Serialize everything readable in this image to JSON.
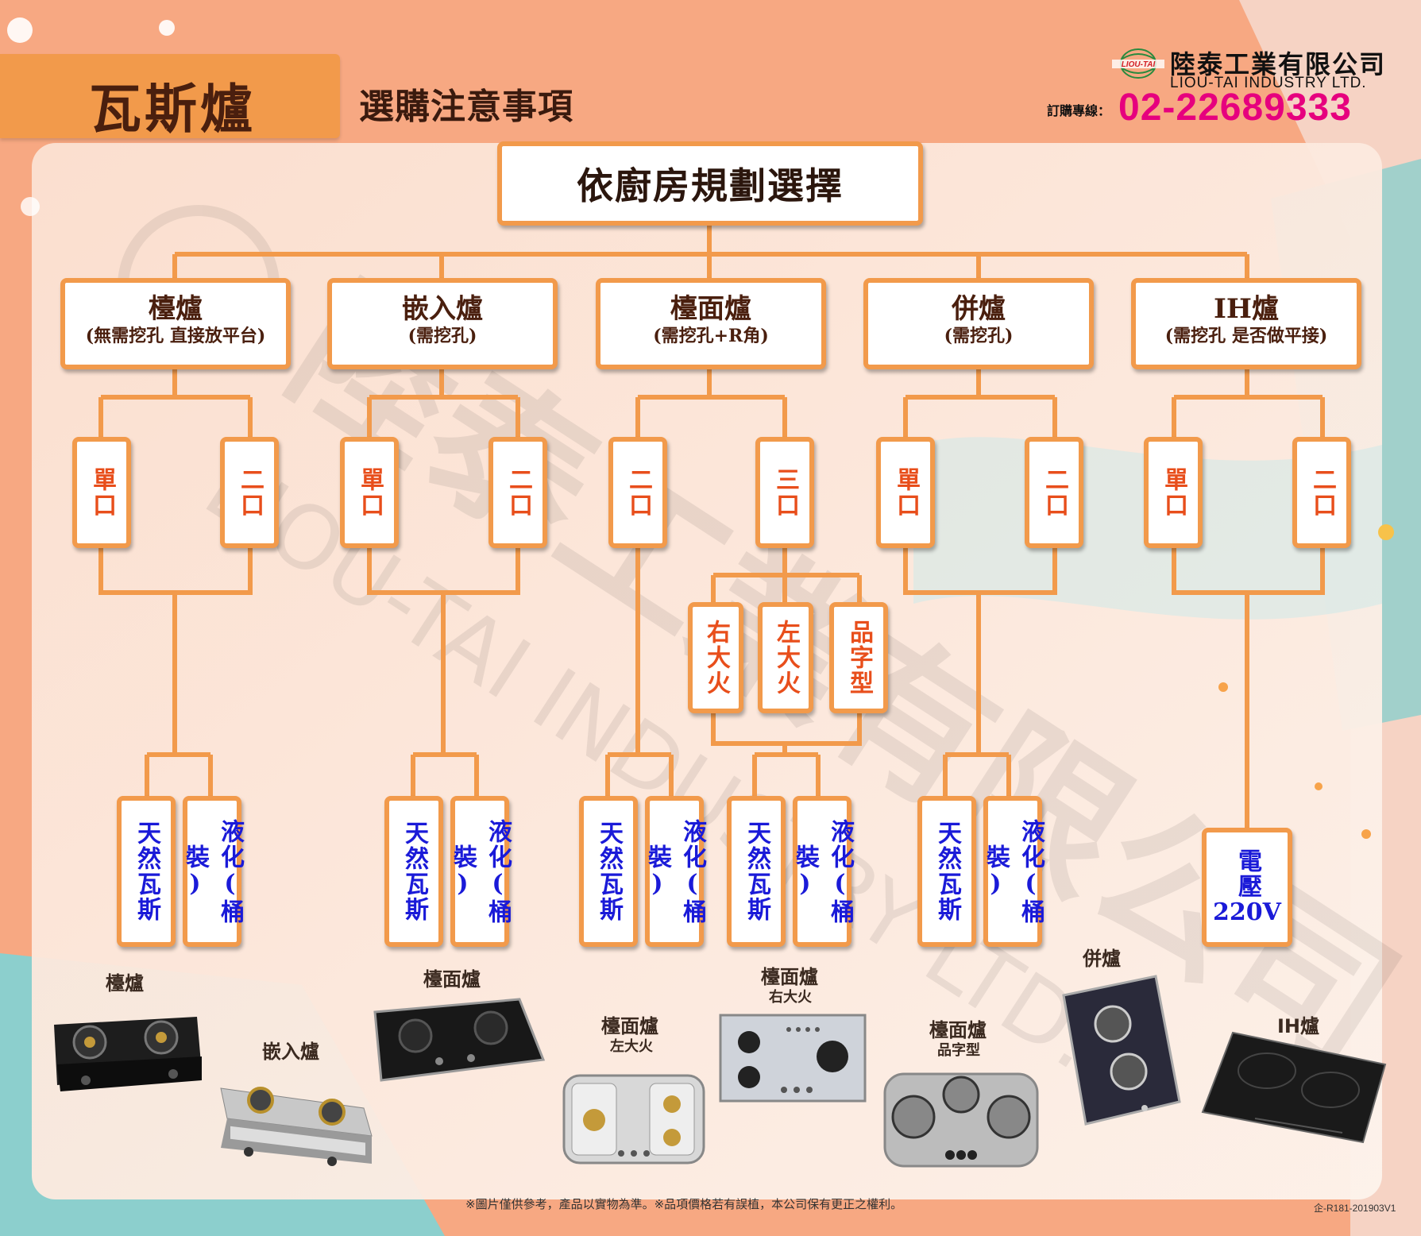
{
  "header": {
    "title": "瓦斯爐",
    "subtitle": "選購注意事項"
  },
  "company": {
    "logo_text": "LIOU-TAI",
    "name": "陸泰工業有限公司",
    "name_en": "LIOU-TAI INDUSTRY LTD.",
    "hotline_label": "訂購專線：",
    "hotline": "02-22689333"
  },
  "watermark": {
    "zh": "陸泰工業有限公司",
    "en": "LIOU-TAI INDUSTRY LTD."
  },
  "tree": {
    "root": "依廚房規劃選擇",
    "categories": [
      {
        "name": "檯爐",
        "note": "(無需挖孔 直接放平台)",
        "burners": [
          "單口",
          "二口"
        ]
      },
      {
        "name": "嵌入爐",
        "note": "(需挖孔)",
        "burners": [
          "單口",
          "二口"
        ]
      },
      {
        "name": "檯面爐",
        "note": "(需挖孔+R角)",
        "burners": [
          "二口",
          "三口"
        ]
      },
      {
        "name": "併爐",
        "note": "(需挖孔)",
        "burners": [
          "單口",
          "二口"
        ]
      },
      {
        "name": "IH爐",
        "note": "(需挖孔 是否做平接)",
        "burners": [
          "單口",
          "二口"
        ]
      }
    ],
    "fire_types": [
      "右大火",
      "左大火",
      "品字型"
    ],
    "gas_types": [
      "天然瓦斯",
      "液化(桶裝)"
    ],
    "voltage": [
      "電壓",
      "220V"
    ]
  },
  "products": [
    {
      "label": "檯爐",
      "sub": ""
    },
    {
      "label": "嵌入爐",
      "sub": ""
    },
    {
      "label": "檯面爐",
      "sub": ""
    },
    {
      "label": "檯面爐",
      "sub": "左大火"
    },
    {
      "label": "檯面爐",
      "sub": "右大火"
    },
    {
      "label": "檯面爐",
      "sub": "品字型"
    },
    {
      "label": "併爐",
      "sub": ""
    },
    {
      "label": "IH爐",
      "sub": ""
    }
  ],
  "footer": {
    "disclaimer": "※圖片僅供參考，產品以實物為準。※品項價格若有誤植，本公司保有更正之權利。",
    "code": "企-R181-201903V1"
  },
  "colors": {
    "orange": "#f29a4b",
    "dark_brown": "#4a1f0e",
    "burner_red": "#e84e1b",
    "gas_blue": "#1a1ad8",
    "hotline_pink": "#e6007e",
    "teal": "#7fc7c7"
  }
}
